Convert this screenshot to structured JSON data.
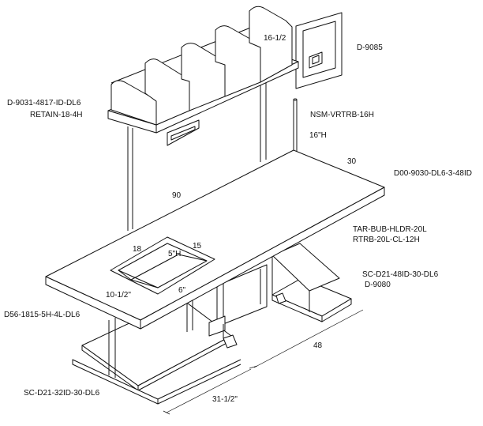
{
  "labels": {
    "shelf_part": "D-9031-4817-ID-DL6",
    "shelf_retain": "RETAIN-18-4H",
    "monitor_part": "D-9085",
    "monitor_dim": "16-1/2",
    "post_part": "NSM-VRTRB-16H",
    "post_height": "16\"H",
    "depth_dim": "30",
    "table_part": "D00-9030-DL6-3-48ID",
    "width_dim": "90",
    "holder_part_1": "TAR-BUB-HLDR-20L",
    "holder_part_2": "RTRB-20L-CL-12H",
    "well_left": "18",
    "well_right": "15",
    "well_depth": "5\"H",
    "well_bottom": "6\"",
    "well_front": "10-1/2\"",
    "drawer_part": "SC-D21-48ID-30-DL6",
    "drawer_part_2": "D-9080",
    "sink_part": "D56-1815-5H-4L-DL6",
    "right_dim": "48",
    "base_part": "SC-D21-32ID-30-DL6",
    "base_dim": "31-1/2\""
  }
}
